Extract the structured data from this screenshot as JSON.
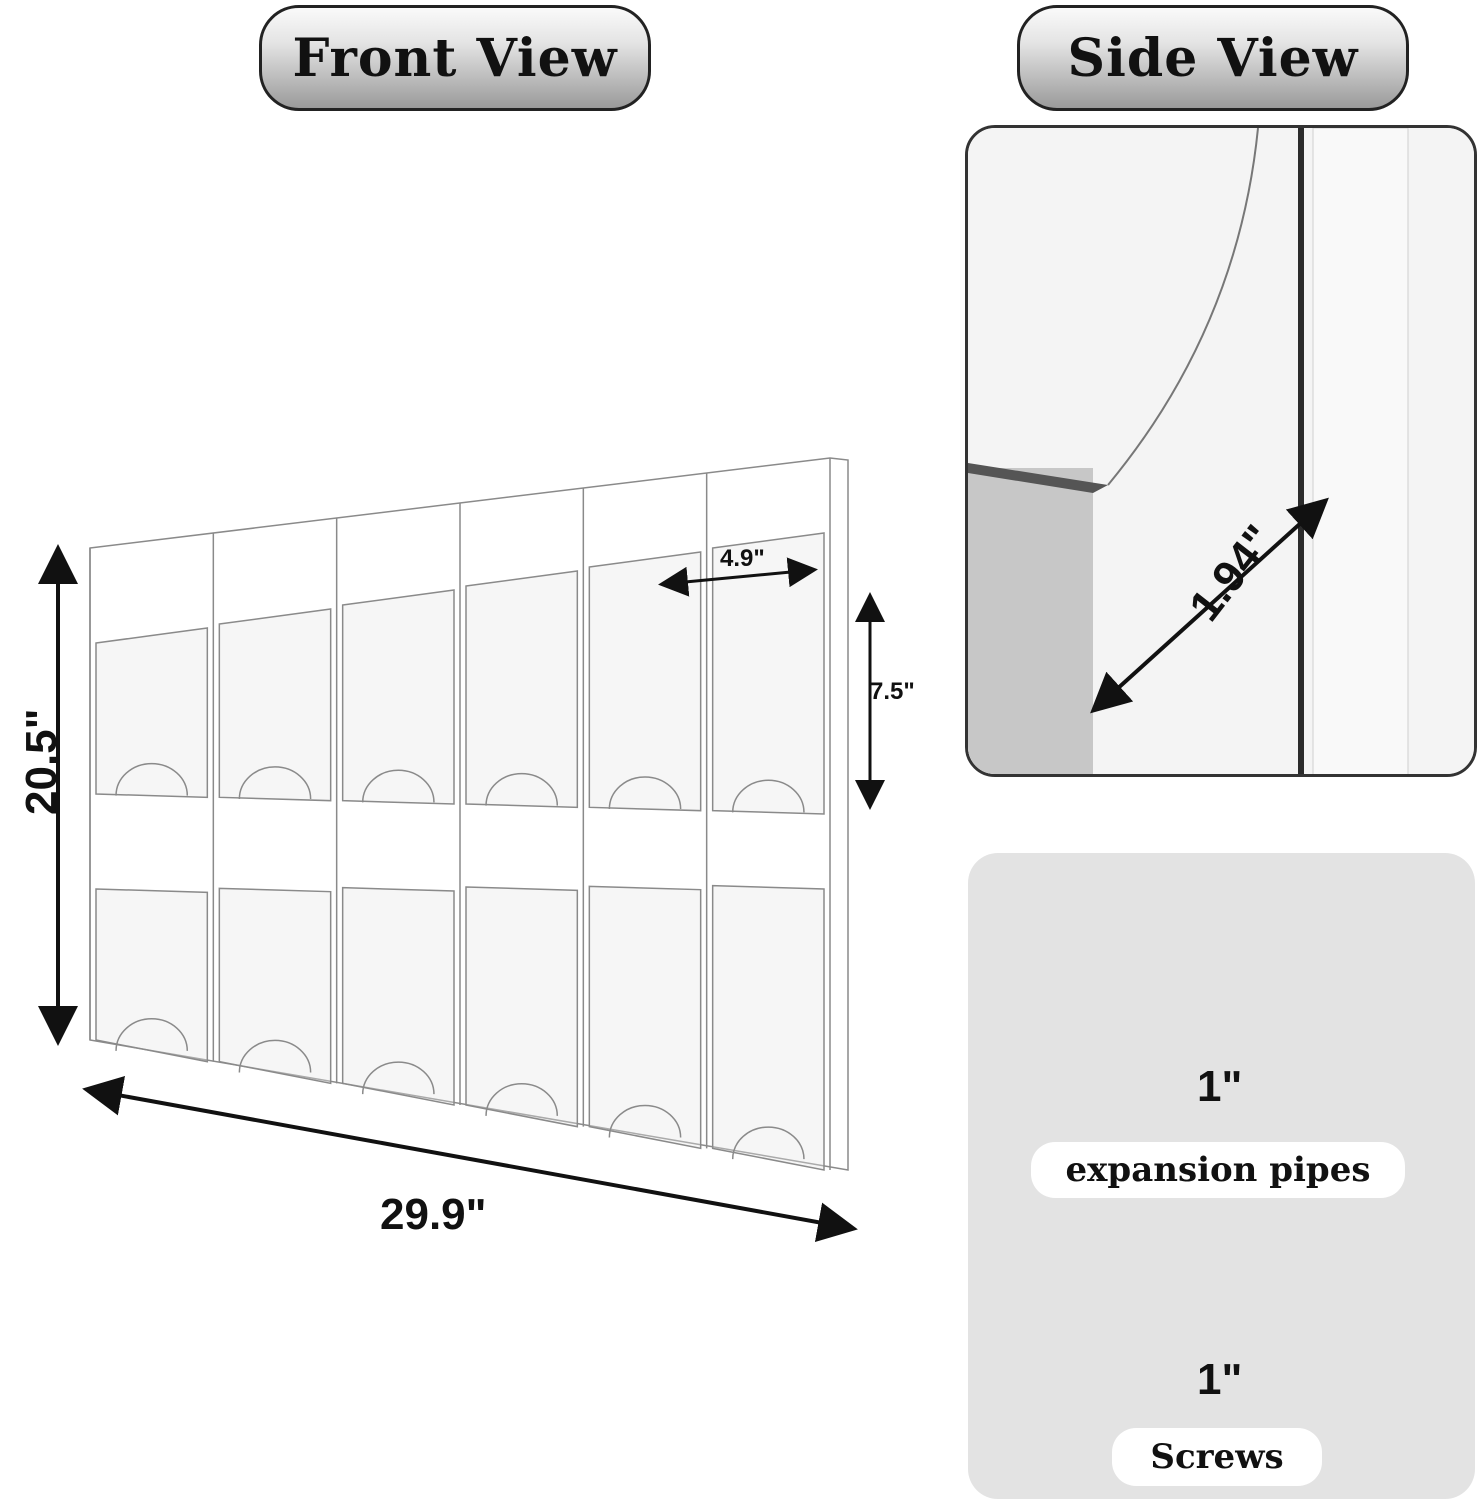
{
  "front_view": {
    "title": "Front View",
    "dimensions": {
      "width": "29.9\"",
      "height": "20.5\"",
      "pocket_width": "4.9\"",
      "pocket_height": "7.5\""
    },
    "layout": {
      "rows": 2,
      "columns": 6
    }
  },
  "side_view": {
    "title": "Side View",
    "dimensions": {
      "depth": "1.94\""
    }
  },
  "hardware": {
    "expansion_pipes": {
      "label": "expansion pipes",
      "length": "1\""
    },
    "screws": {
      "label": "Screws",
      "length": "1\""
    }
  }
}
